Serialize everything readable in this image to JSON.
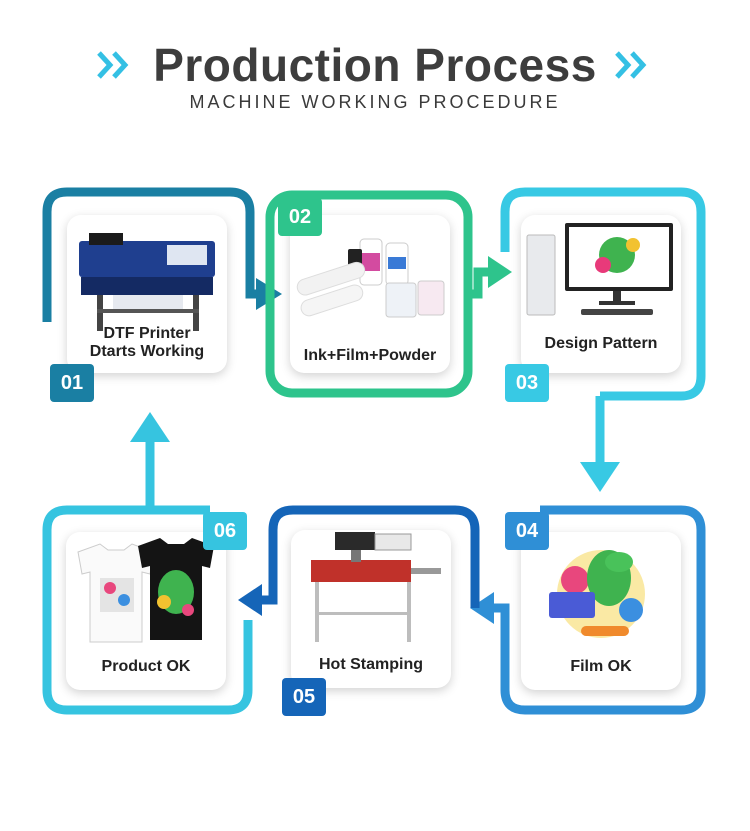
{
  "header": {
    "title": "Production Process",
    "subtitle": "MACHINE WORKING PROCEDURE",
    "chevron_color": "#34c0e4"
  },
  "steps": [
    {
      "number": "01",
      "label_line1": "DTF Printer",
      "label_line2": "Dtarts Working",
      "color": "#1a7fa3",
      "image": "dtf-printer"
    },
    {
      "number": "02",
      "label_line1": "Ink+Film+Powder",
      "color": "#2ec48c",
      "image": "ink-film-powder"
    },
    {
      "number": "03",
      "label_line1": "Design Pattern",
      "color": "#38c9e4",
      "image": "computer-design"
    },
    {
      "number": "04",
      "label_line1": "Film OK",
      "color": "#2f8fd6",
      "image": "dinosaur-print"
    },
    {
      "number": "05",
      "label_line1": "Hot Stamping",
      "color": "#1565b8",
      "image": "heat-press-machine"
    },
    {
      "number": "06",
      "label_line1": "Product OK",
      "color": "#36c4e0",
      "image": "printed-tshirts"
    }
  ]
}
